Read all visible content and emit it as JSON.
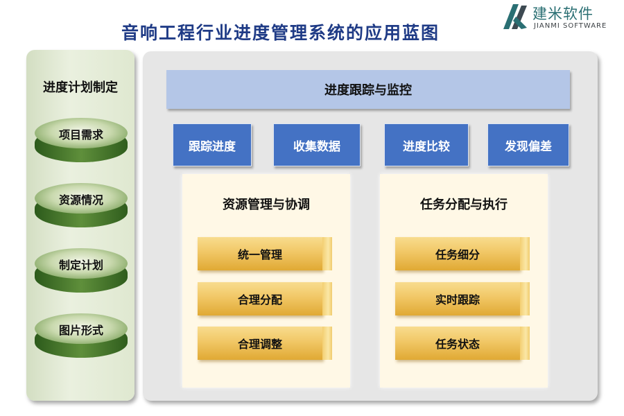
{
  "title": "音响工程行业进度管理系统的应用蓝图",
  "logo": {
    "name": "建米软件",
    "subtitle": "JIANMI SOFTWARE",
    "icon": "jianmi-logo-icon"
  },
  "left_panel": {
    "title": "进度计划制定",
    "items": [
      "项目需求",
      "资源情况",
      "制定计划",
      "图片形式"
    ]
  },
  "main": {
    "header": "进度跟踪与监控",
    "steps": [
      "跟踪进度",
      "收集数据",
      "进度比较",
      "发现偏差"
    ],
    "cards": [
      {
        "title": "资源管理与协调",
        "items": [
          "统一管理",
          "合理分配",
          "合理调整"
        ]
      },
      {
        "title": "任务分配与执行",
        "items": [
          "任务细分",
          "实时跟踪",
          "任务状态"
        ]
      }
    ]
  },
  "colors": {
    "title": "#1f3b86",
    "header_bar": "#b4c6e7",
    "step_box": "#4472c4",
    "disc": "#5f8f3b",
    "gold_bar": "#f1c766",
    "card_bg": "#fff8e6"
  }
}
